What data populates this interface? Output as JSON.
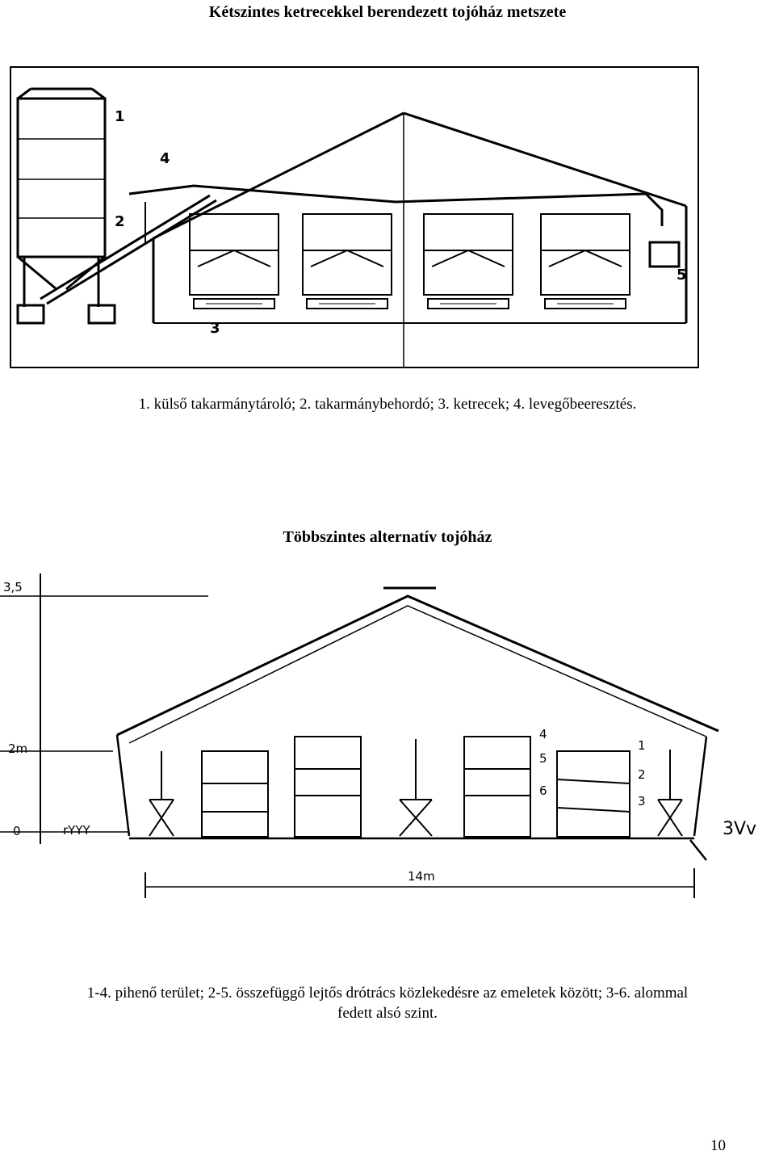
{
  "figure1": {
    "title": "Kétszintes ketrecekkel berendezett tojóház metszete",
    "caption": "1. külső takarmánytároló; 2. takarmánybehordó; 3. ketrecek; 4. levegőbeeresztés.",
    "markers": {
      "m1": "1",
      "m2": "2",
      "m3": "3",
      "m4": "4",
      "m5": "5"
    }
  },
  "figure2": {
    "title": "Többszintes alternatív tojóház",
    "caption_line1": "1-4. pihenő terület; 2-5. összefüggő lejtős drótrács közlekedésre az emeletek között; 3-6. alommal",
    "caption_line2": "fedett alsó szint.",
    "dims": {
      "top": "3,5",
      "mid": "2m",
      "base": "0",
      "width": "14m",
      "right": "3Vv",
      "left": "rYYY"
    },
    "markers": {
      "m1": "1",
      "m2": "2",
      "m3": "3",
      "m4": "4",
      "m5": "5",
      "m6": "6"
    }
  },
  "page_number": "10"
}
